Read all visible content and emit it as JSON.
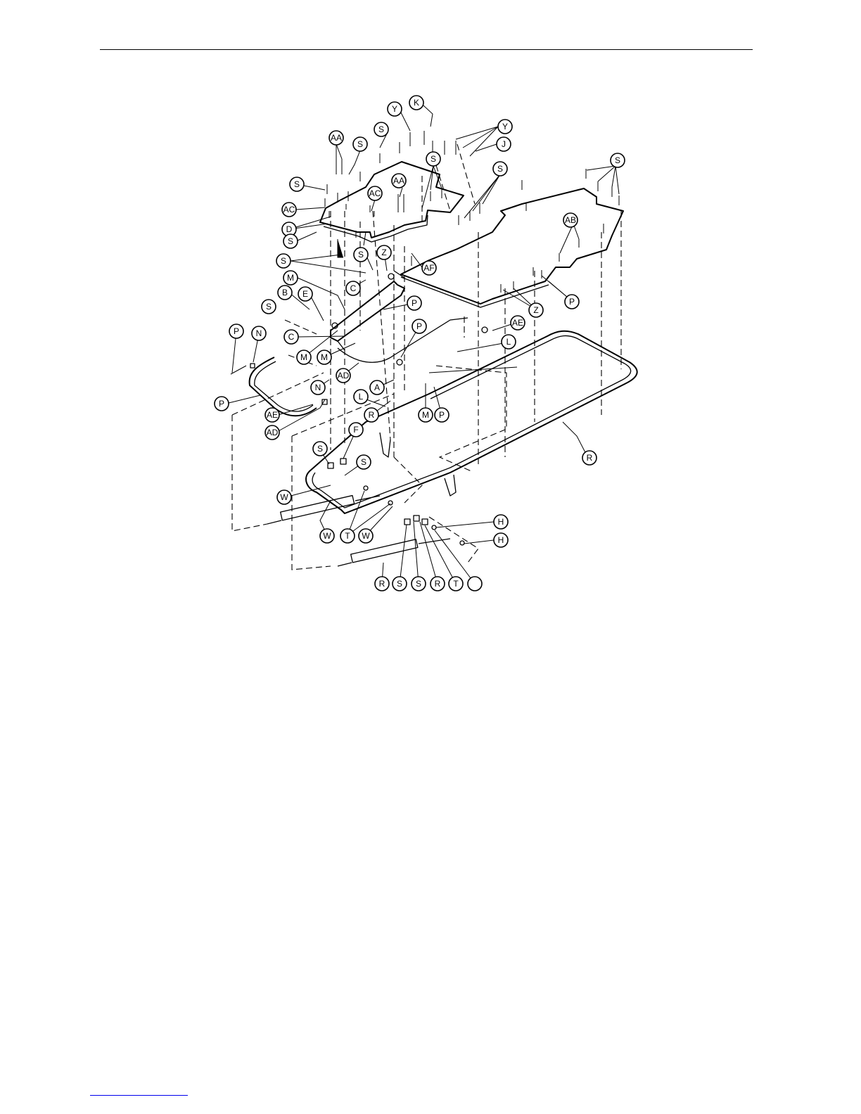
{
  "diagram": {
    "callouts": [
      {
        "id": "c1",
        "label": "Y"
      },
      {
        "id": "c2",
        "label": "K"
      },
      {
        "id": "c3",
        "label": "Y"
      },
      {
        "id": "c4",
        "label": "J"
      },
      {
        "id": "c5",
        "label": "AA"
      },
      {
        "id": "c6",
        "label": "S"
      },
      {
        "id": "c7",
        "label": "S"
      },
      {
        "id": "c8",
        "label": "S"
      },
      {
        "id": "c9",
        "label": "AA"
      },
      {
        "id": "c10",
        "label": "S"
      },
      {
        "id": "c11",
        "label": "S"
      },
      {
        "id": "c12",
        "label": "AC"
      },
      {
        "id": "c13",
        "label": "AC"
      },
      {
        "id": "c14",
        "label": "S"
      },
      {
        "id": "c15",
        "label": "D"
      },
      {
        "id": "c16",
        "label": "S"
      },
      {
        "id": "c17",
        "label": "Z"
      },
      {
        "id": "c18",
        "label": "AB"
      },
      {
        "id": "c19",
        "label": "S"
      },
      {
        "id": "c20",
        "label": "S"
      },
      {
        "id": "c21",
        "label": "AF"
      },
      {
        "id": "c22",
        "label": "C"
      },
      {
        "id": "c23",
        "label": "M"
      },
      {
        "id": "c24",
        "label": "B"
      },
      {
        "id": "c25",
        "label": "E"
      },
      {
        "id": "c26",
        "label": "P"
      },
      {
        "id": "c27",
        "label": "P"
      },
      {
        "id": "c28",
        "label": "S"
      },
      {
        "id": "c29",
        "label": "Z"
      },
      {
        "id": "c30",
        "label": "AE"
      },
      {
        "id": "c31",
        "label": "P"
      },
      {
        "id": "c32",
        "label": "N"
      },
      {
        "id": "c33",
        "label": "C"
      },
      {
        "id": "c34",
        "label": "P"
      },
      {
        "id": "c35",
        "label": "L"
      },
      {
        "id": "c36",
        "label": "M"
      },
      {
        "id": "c37",
        "label": "M"
      },
      {
        "id": "c38",
        "label": "AD"
      },
      {
        "id": "c39",
        "label": "N"
      },
      {
        "id": "c40",
        "label": "A"
      },
      {
        "id": "c41",
        "label": "P"
      },
      {
        "id": "c42",
        "label": "L"
      },
      {
        "id": "c43",
        "label": "M"
      },
      {
        "id": "c44",
        "label": "P"
      },
      {
        "id": "c45",
        "label": "AE"
      },
      {
        "id": "c46",
        "label": "AD"
      },
      {
        "id": "c47",
        "label": "R"
      },
      {
        "id": "c48",
        "label": "F"
      },
      {
        "id": "c49",
        "label": "R"
      },
      {
        "id": "c50",
        "label": "S"
      },
      {
        "id": "c51",
        "label": "S"
      },
      {
        "id": "c52",
        "label": "W"
      },
      {
        "id": "c53",
        "label": "H"
      },
      {
        "id": "c54",
        "label": "W"
      },
      {
        "id": "c55",
        "label": "T"
      },
      {
        "id": "c56",
        "label": "W"
      },
      {
        "id": "c57",
        "label": "H"
      },
      {
        "id": "c58",
        "label": "R"
      },
      {
        "id": "c59",
        "label": "S"
      },
      {
        "id": "c60",
        "label": "S"
      },
      {
        "id": "c61",
        "label": "R"
      },
      {
        "id": "c62",
        "label": "T"
      }
    ]
  }
}
